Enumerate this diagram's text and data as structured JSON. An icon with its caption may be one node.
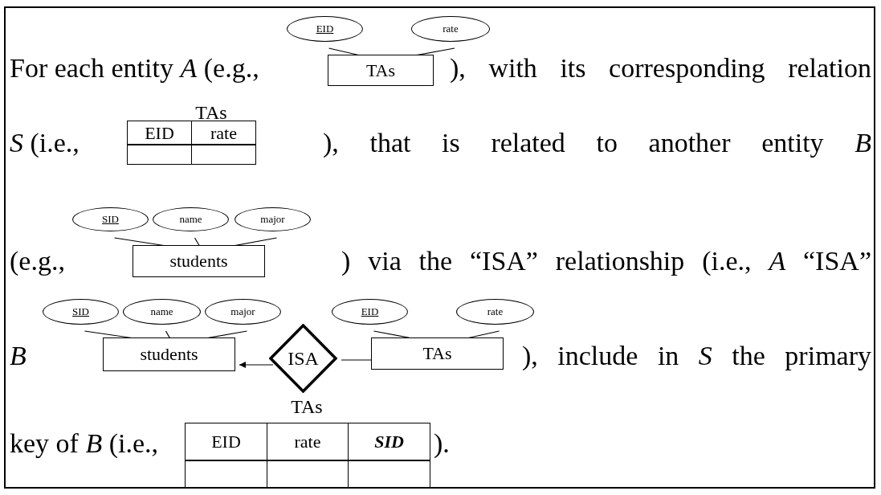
{
  "diagram": {
    "nodes": [
      {
        "text": [
          "EID"
        ]
      },
      {
        "text": [
          "rate"
        ]
      },
      {
        "text": [
          "TAs"
        ]
      },
      {
        "text": [
          "SID"
        ]
      },
      {
        "text": [
          "name"
        ]
      },
      {
        "text": [
          "major"
        ]
      },
      {
        "text": [
          "students"
        ]
      },
      {
        "text": [
          "SID"
        ]
      },
      {
        "text": [
          "name"
        ]
      },
      {
        "text": [
          "major"
        ]
      },
      {
        "text": [
          "students"
        ]
      },
      {
        "text": [
          "ISA"
        ]
      },
      {
        "text": [
          "EID"
        ]
      },
      {
        "text": [
          "rate"
        ]
      },
      {
        "text": [
          "TAs"
        ]
      }
    ],
    "edges": [
      {
        "from": 0,
        "to": 2,
        "arrow": "none"
      },
      {
        "from": 1,
        "to": 2,
        "arrow": "none"
      },
      {
        "from": 3,
        "to": 6,
        "arrow": "none"
      },
      {
        "from": 4,
        "to": 6,
        "arrow": "none"
      },
      {
        "from": 5,
        "to": 6,
        "arrow": "none"
      },
      {
        "from": 7,
        "to": 10,
        "arrow": "none"
      },
      {
        "from": 8,
        "to": 10,
        "arrow": "none"
      },
      {
        "from": 9,
        "to": 10,
        "arrow": "none"
      },
      {
        "from": 11,
        "to": 10,
        "arrow": "to"
      },
      {
        "from": 14,
        "to": 11,
        "arrow": "none"
      },
      {
        "from": 12,
        "to": 14,
        "arrow": "none"
      },
      {
        "from": 13,
        "to": 14,
        "arrow": "none"
      }
    ],
    "labels": [
      "For each entity *A* (e.g.,",
      "), with its corresponding relation",
      "TAs",
      "EID",
      "rate",
      "*S* (i.e.,",
      "), that is related to another entity *B*",
      "(e.g.,",
      ") via the “ISA” relationship (i.e., *A* “ISA”",
      "B",
      "), include in *S* the primary",
      "TAs",
      "EID",
      "rate",
      "SID",
      "key of *B* (i.e.,",
      ")."
    ]
  }
}
